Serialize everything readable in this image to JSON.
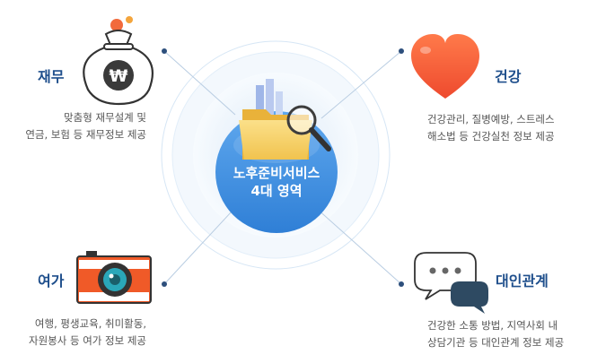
{
  "center": {
    "line1": "노후준비서비스",
    "line2": "4대 영역"
  },
  "areas": [
    {
      "key": "finance",
      "title": "재무",
      "desc": [
        "맞춤형 재무설계 및",
        "연금, 보험 등 재무정보 제공"
      ]
    },
    {
      "key": "health",
      "title": "건강",
      "desc": [
        "건강관리, 질병예방, 스트레스",
        "해소법 등 건강실천 정보 제공"
      ]
    },
    {
      "key": "leisure",
      "title": "여가",
      "desc": [
        "여행, 평생교육, 취미활동,",
        "자원봉사 등 여가 정보 제공"
      ]
    },
    {
      "key": "relations",
      "title": "대인관계",
      "desc": [
        "건강한 소통 방법, 지역사회 내",
        "상담기관 등 대인관계 정보 제공"
      ]
    }
  ],
  "icons": {
    "finance": "money-bag-icon",
    "health": "heart-icon",
    "leisure": "camera-icon",
    "relations": "speech-bubbles-icon",
    "center": "folder-magnifier-icon"
  },
  "colors": {
    "title": "#1f4f8c",
    "center_blue": "#3b8be0",
    "heart": "#f0563a",
    "camera": "#f05a28",
    "bubble_dark": "#2e4a62"
  }
}
